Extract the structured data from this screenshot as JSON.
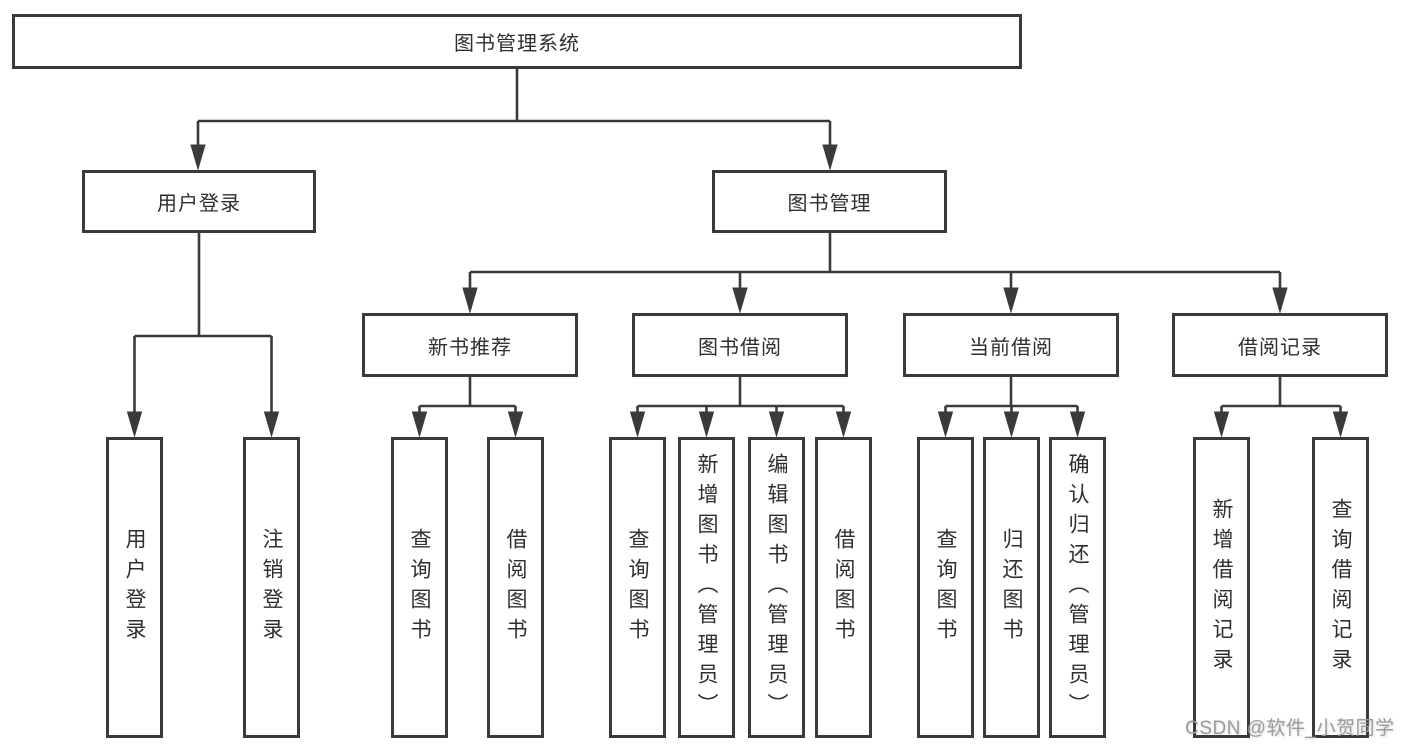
{
  "diagram": {
    "title": "图书管理系统",
    "modules": [
      {
        "label": "用户登录",
        "functions": [
          "用户登录",
          "注销登录"
        ]
      },
      {
        "label": "图书管理",
        "submodules": [
          {
            "label": "新书推荐",
            "functions": [
              "查询图书",
              "借阅图书"
            ]
          },
          {
            "label": "图书借阅",
            "functions": [
              "查询图书",
              "新增图书（管理员）",
              "编辑图书（管理员）",
              "借阅图书"
            ]
          },
          {
            "label": "当前借阅",
            "functions": [
              "查询图书",
              "归还图书",
              "确认归还（管理员）"
            ]
          },
          {
            "label": "借阅记录",
            "functions": [
              "新增借阅记录",
              "查询借阅记录"
            ]
          }
        ]
      }
    ]
  },
  "watermark": "CSDN @软件_小贺同学",
  "colors": {
    "line": "#3a3a3a",
    "text": "#2f2f2f",
    "watermark": "#9c9c9c",
    "background": "#ffffff"
  }
}
